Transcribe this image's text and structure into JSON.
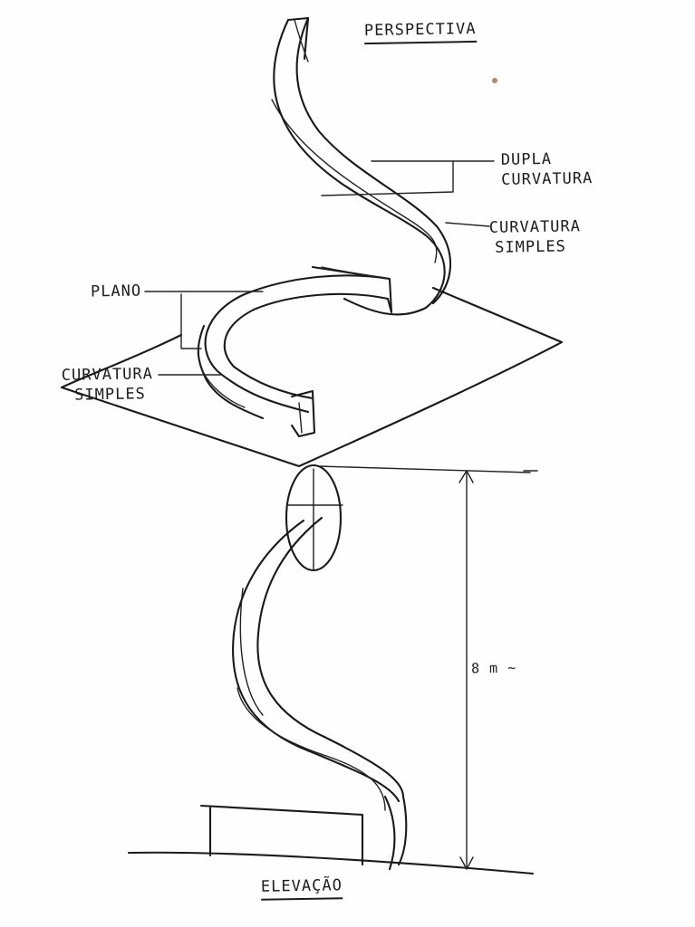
{
  "sketch": {
    "title_top": "PERSPECTIVA",
    "title_bottom": "ELEVAÇÃO",
    "labels": {
      "dupla_curvatura": [
        "DUPLA",
        "CURVATURA"
      ],
      "curvatura_simples_right": [
        "CURVATURA",
        "SIMPLES"
      ],
      "plano": "PLANO",
      "curvatura_simples_left": [
        "CURVATURA",
        "SIMPLES"
      ],
      "height": "8 m ~"
    },
    "ink_color": "#1a1a1a",
    "paper_color": "#fefefe"
  }
}
